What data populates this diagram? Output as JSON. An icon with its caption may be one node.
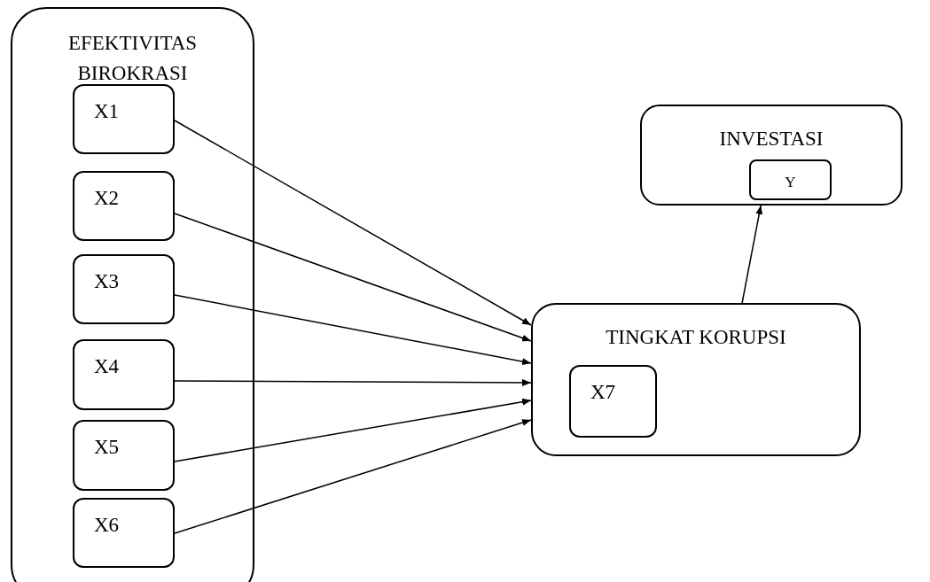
{
  "diagram": {
    "nodes": [
      {
        "text": [
          "EFEKTIVITAS BIROKRASI"
        ]
      },
      {
        "text": [
          "X1"
        ],
        "in": 0
      },
      {
        "text": [
          "X2"
        ],
        "in": 0
      },
      {
        "text": [
          "X3"
        ],
        "in": 0
      },
      {
        "text": [
          "X4"
        ],
        "in": 0
      },
      {
        "text": [
          "X5"
        ],
        "in": 0
      },
      {
        "text": [
          "X6"
        ],
        "in": 0
      },
      {
        "text": [
          "TINGKAT KORUPSI"
        ]
      },
      {
        "text": [
          "X7"
        ],
        "in": 7
      },
      {
        "text": [
          "INVESTASI"
        ]
      },
      {
        "text": [
          "Y"
        ],
        "in": 9
      }
    ],
    "edges": [
      {
        "from": 1,
        "to": 7,
        "arrow": "to"
      },
      {
        "from": 2,
        "to": 7,
        "arrow": "to"
      },
      {
        "from": 3,
        "to": 7,
        "arrow": "to"
      },
      {
        "from": 4,
        "to": 7,
        "arrow": "to"
      },
      {
        "from": 5,
        "to": 7,
        "arrow": "to"
      },
      {
        "from": 6,
        "to": 7,
        "arrow": "to"
      },
      {
        "from": 7,
        "to": 9,
        "arrow": "to"
      }
    ]
  }
}
